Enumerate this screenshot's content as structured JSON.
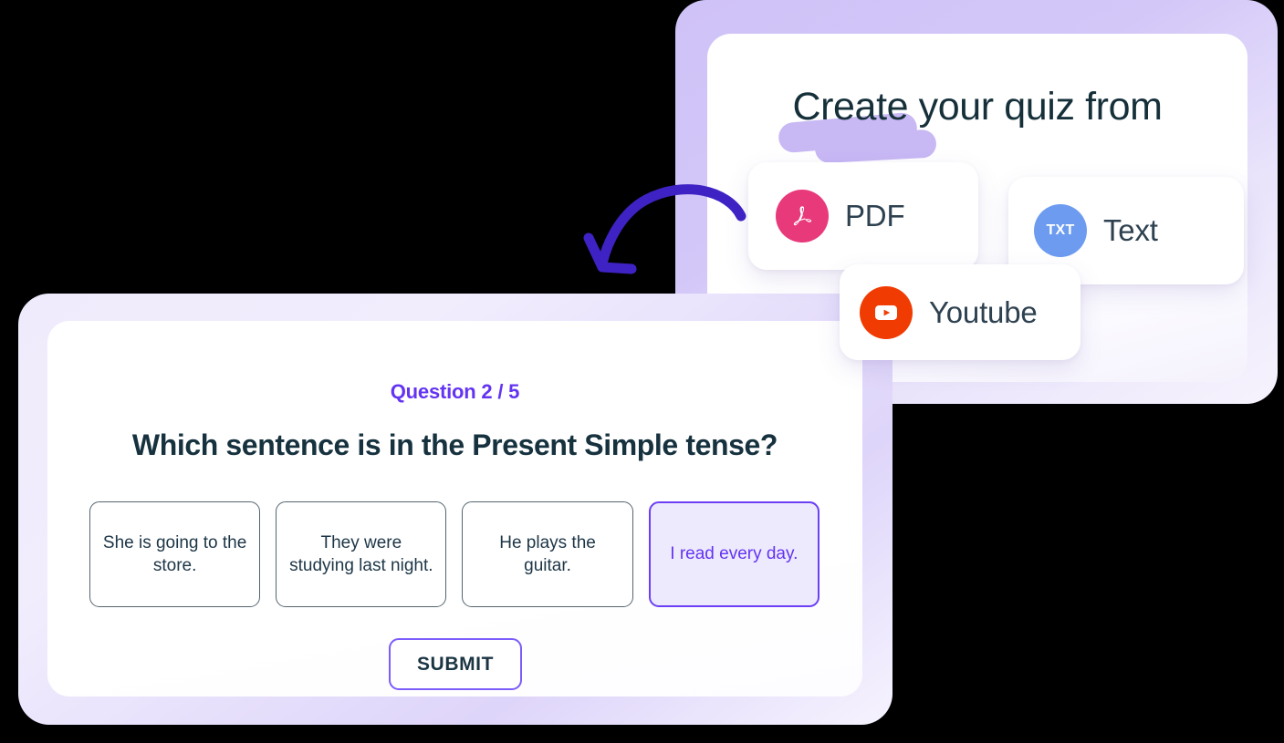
{
  "source_panel": {
    "heading": "Create your quiz from",
    "highlight_color": "#c8b8f4",
    "frame_color": "#cfc2f7",
    "options": [
      {
        "label": "PDF",
        "icon": "pdf-icon",
        "icon_color": "#e8397a",
        "icon_text": ""
      },
      {
        "label": "Text",
        "icon": "txt-icon",
        "icon_color": "#6d9bf0",
        "icon_text": "TXT"
      },
      {
        "label": "Youtube",
        "icon": "youtube-icon",
        "icon_color": "#f03c02",
        "icon_text": ""
      }
    ]
  },
  "arrow": {
    "name": "curved-arrow-icon",
    "color": "#3f22c4",
    "direction": "down-left"
  },
  "quiz_panel": {
    "frame_color": "#efebfc",
    "counter": "Question 2 / 5",
    "counter_color": "#6334f2",
    "question": "Which sentence is in the Present Simple tense?",
    "question_color": "#17323f",
    "options": [
      {
        "text": "She is going to the store.",
        "selected": false
      },
      {
        "text": "They were studying last night.",
        "selected": false
      },
      {
        "text": "He plays the guitar.",
        "selected": false
      },
      {
        "text": "I read every day.",
        "selected": true
      }
    ],
    "selected_border_color": "#6b3ff5",
    "selected_fill_color": "#eeeafd",
    "submit_label": "SUBMIT",
    "submit_border_color": "#7c5cfa"
  }
}
